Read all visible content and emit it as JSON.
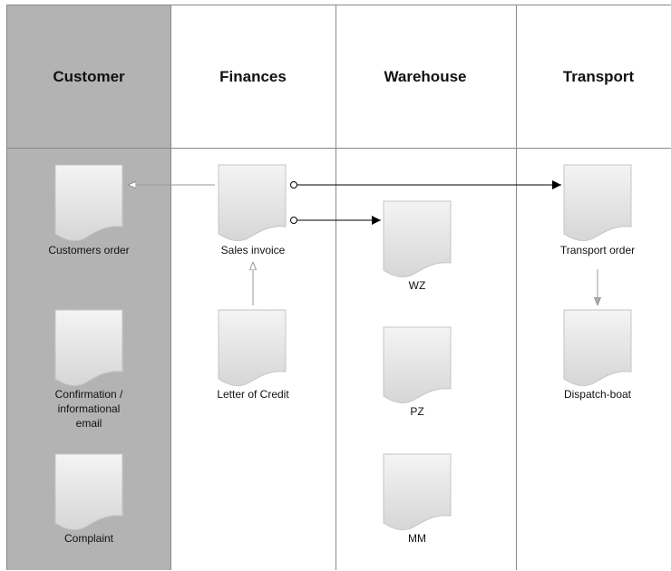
{
  "colors": {
    "customer_lane": "#b3b3b3",
    "lane_border": "#8a8a8a",
    "doc_fill_top": "#f4f4f4",
    "doc_fill_bottom": "#d9d9d9",
    "doc_stroke": "#c4c4c4",
    "dark_arrow": "#000000",
    "light_arrow": "#999999"
  },
  "lanes": [
    {
      "id": "customer",
      "title": "Customer"
    },
    {
      "id": "finances",
      "title": "Finances"
    },
    {
      "id": "warehouse",
      "title": "Warehouse"
    },
    {
      "id": "transport",
      "title": "Transport"
    }
  ],
  "documents": [
    {
      "id": "customers_order",
      "lane": "customer",
      "label": [
        "Customers order"
      ]
    },
    {
      "id": "confirmation_email",
      "lane": "customer",
      "label": [
        "Confirmation /",
        "informational",
        "email"
      ]
    },
    {
      "id": "complaint",
      "lane": "customer",
      "label": [
        "Complaint"
      ]
    },
    {
      "id": "sales_invoice",
      "lane": "finances",
      "label": [
        "Sales invoice"
      ]
    },
    {
      "id": "letter_of_credit",
      "lane": "finances",
      "label": [
        "Letter of Credit"
      ]
    },
    {
      "id": "wz",
      "lane": "warehouse",
      "label": [
        "WZ"
      ]
    },
    {
      "id": "pz",
      "lane": "warehouse",
      "label": [
        "PZ"
      ]
    },
    {
      "id": "mm",
      "lane": "warehouse",
      "label": [
        "MM"
      ]
    },
    {
      "id": "transport_order",
      "lane": "transport",
      "label": [
        "Transport order"
      ]
    },
    {
      "id": "dispatch_boat",
      "lane": "transport",
      "label": [
        "Dispatch-boat"
      ]
    }
  ],
  "connections": [
    {
      "from": "sales_invoice",
      "to": "customers_order",
      "style": "light"
    },
    {
      "from": "sales_invoice",
      "to": "transport_order",
      "style": "dark"
    },
    {
      "from": "sales_invoice",
      "to": "wz",
      "style": "dark"
    },
    {
      "from": "letter_of_credit",
      "to": "sales_invoice",
      "style": "light"
    },
    {
      "from": "transport_order",
      "to": "dispatch_boat",
      "style": "light"
    }
  ]
}
